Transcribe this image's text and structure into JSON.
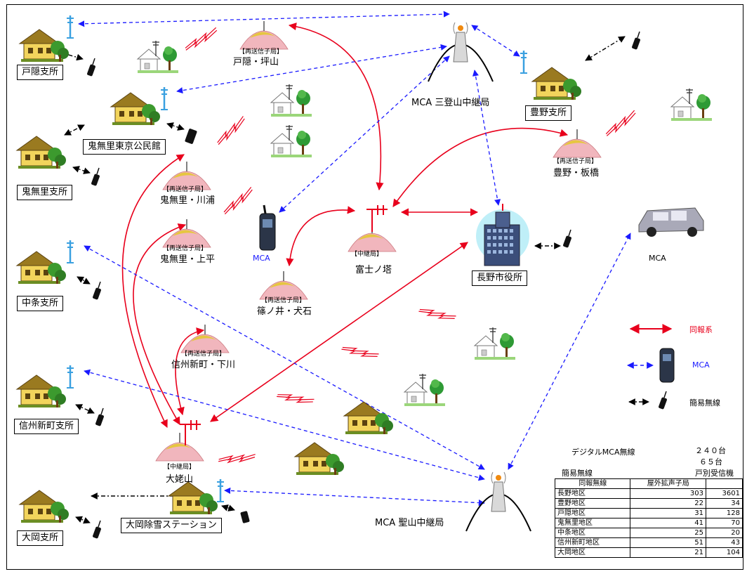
{
  "offices": {
    "togakushi": "戸隠支所",
    "toyono": "豊野支所",
    "kinasa_tokyo": "鬼無里東京公民館",
    "kinasa": "鬼無里支所",
    "nakajo": "中条支所",
    "shinshushinmachi": "信州新町支所",
    "omachi_oka": "大岡支所",
    "oka_snow": "大岡除雪ステーション",
    "city_hall": "長野市役所"
  },
  "relays": {
    "mca_mitoyama": "MCA 三登山中継局",
    "mca_hijiri": "MCA 聖山中継局",
    "fujinoto_tag": "【中継局】",
    "fujinoto": "富士ノ塔",
    "oubasuteyama_tag": "【中継局】",
    "oubasuteyama": "大姥山"
  },
  "repeaters": [
    {
      "tag": "【再送信子局】",
      "name": "戸隠・坪山"
    },
    {
      "tag": "【再送信子局】",
      "name": "豊野・板橋"
    },
    {
      "tag": "【再送信子局】",
      "name": "鬼無里・川浦"
    },
    {
      "tag": "【再送信子局】",
      "name": "鬼無里・上平"
    },
    {
      "tag": "【再送信子局】",
      "name": "篠ノ井・犬石"
    },
    {
      "tag": "【再送信子局】",
      "name": "信州新町・下川"
    }
  ],
  "labels": {
    "mca_handset": "MCA",
    "mca_vehicle": "MCA"
  },
  "legend": {
    "broadcast": "同報系",
    "mca": "MCA",
    "simple": "簡易無線",
    "broadcast_color": "#e8001c",
    "mca_color": "#1a1aff"
  },
  "summary": {
    "digital_mca_label": "デジタルMCA無線",
    "digital_mca_count": "２４０台",
    "simple_label": "簡易無線",
    "simple_count": "６５台",
    "col_household": "戸別受信機"
  },
  "table": {
    "headers": [
      "同報無線",
      "屋外拡声子局",
      ""
    ],
    "rows": [
      [
        "長野地区",
        "303",
        "3601"
      ],
      [
        "豊野地区",
        "22",
        "34"
      ],
      [
        "戸隠地区",
        "31",
        "128"
      ],
      [
        "鬼無里地区",
        "41",
        "70"
      ],
      [
        "中条地区",
        "25",
        "20"
      ],
      [
        "信州新町地区",
        "51",
        "43"
      ],
      [
        "大岡地区",
        "21",
        "104"
      ]
    ]
  }
}
